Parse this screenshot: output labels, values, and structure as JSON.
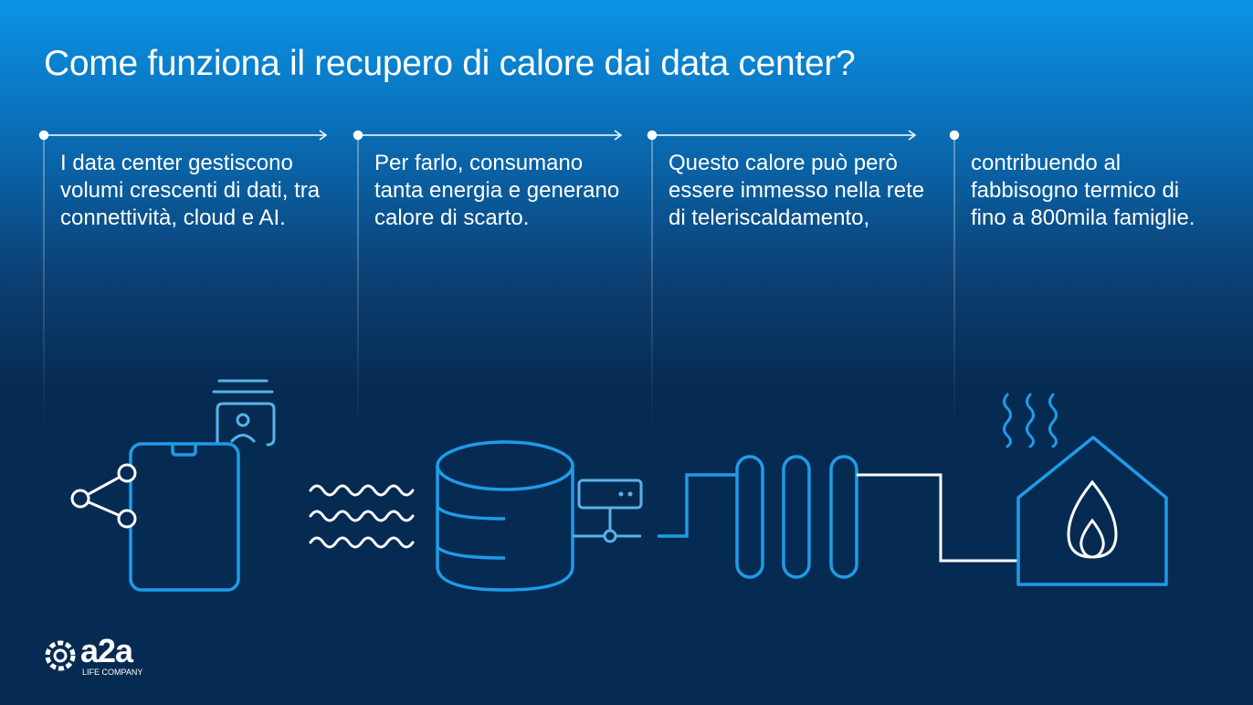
{
  "title": "Come funziona il recupero di calore dai data center?",
  "steps": [
    {
      "text": "I data center gestiscono volumi crescenti di dati, tra connettività, cloud e AI."
    },
    {
      "text": "Per farlo, consumano tanta energia e generano calore di scarto."
    },
    {
      "text": "Questo calore può però essere immesso nella rete di teleriscaldamento,"
    },
    {
      "text": "contribuendo al fabbisogno termico di fino a 800mila famiglie."
    }
  ],
  "logo": {
    "word": "a2a",
    "tagline": "LIFE COMPANY"
  },
  "colors": {
    "accent": "#1f9be8",
    "light": "#5ab0ea",
    "line": "#ffffff"
  }
}
